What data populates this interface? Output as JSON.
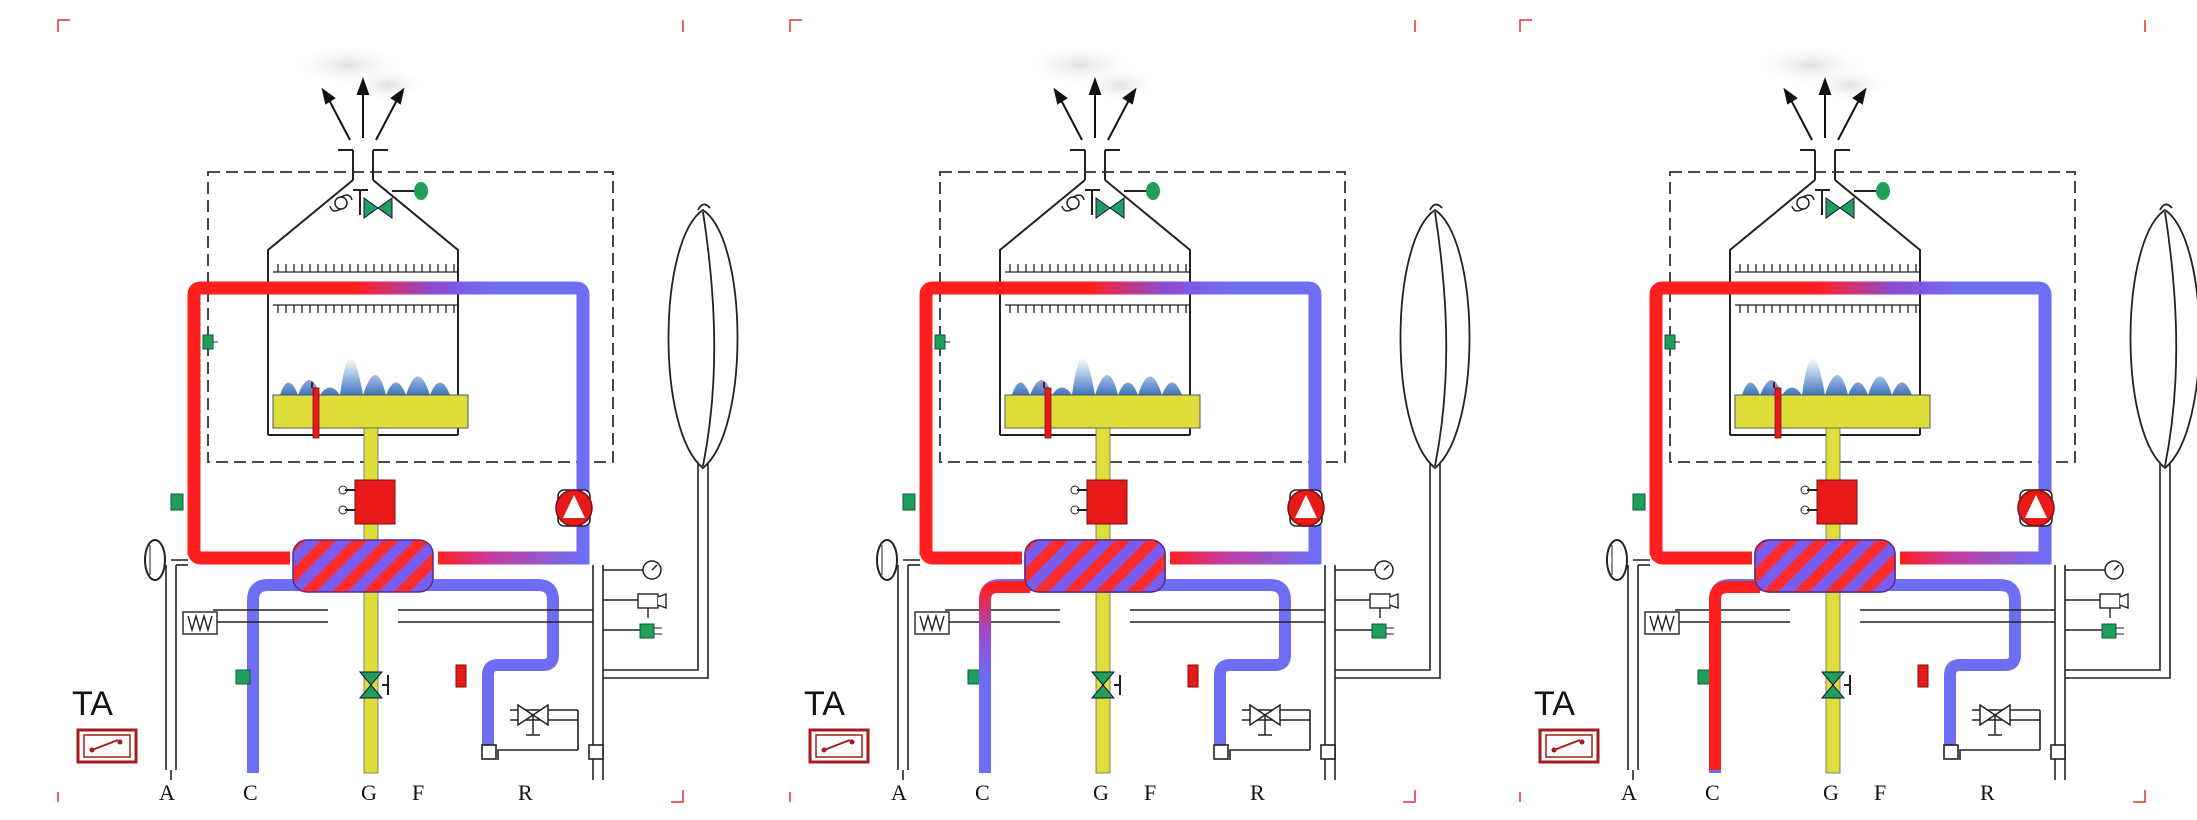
{
  "panels": [
    {
      "ta_label": "TA",
      "connections": [
        "A",
        "C",
        "G",
        "F",
        "R"
      ]
    },
    {
      "ta_label": "TA",
      "connections": [
        "A",
        "C",
        "G",
        "F",
        "R"
      ]
    },
    {
      "ta_label": "TA",
      "connections": [
        "A",
        "C",
        "G",
        "F",
        "R"
      ]
    }
  ],
  "colors": {
    "hot_water": "#ff1f1f",
    "cold_water": "#6e6ef5",
    "gas": "#dede3a",
    "valve_green": "#1f9f5a",
    "pump_red": "#e81919",
    "frame_red": "#a51c1c",
    "flame_blue": "#4f82c4",
    "outline": "#222222"
  },
  "icons": [
    "pump-icon",
    "fan-icon",
    "gas-valve-icon",
    "expansion-vessel-icon",
    "pressure-gauge-icon",
    "safety-valve-icon",
    "thermostat-icon"
  ]
}
